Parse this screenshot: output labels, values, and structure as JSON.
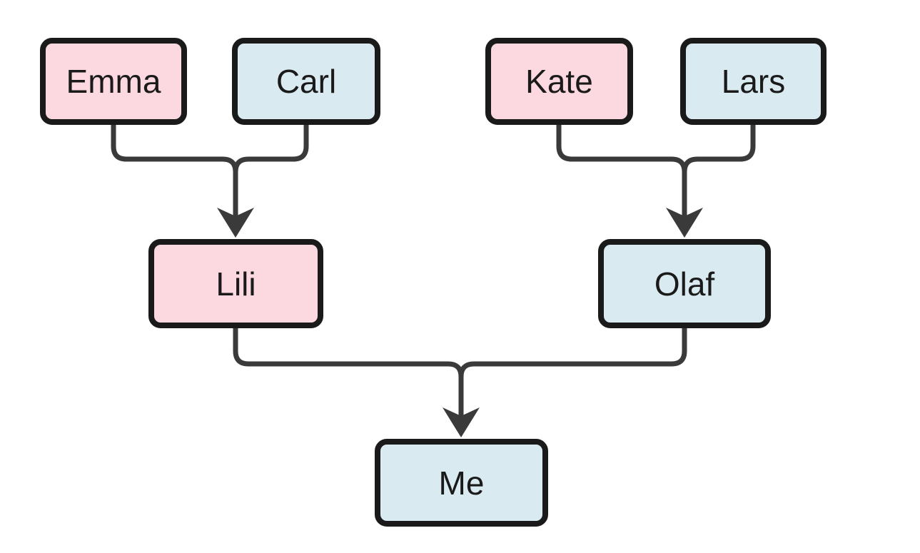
{
  "diagram": {
    "kind": "family-tree",
    "background_color": "#ffffff",
    "colors": {
      "female_node_fill": "#fcd8e0",
      "male_node_fill": "#d9eaf0",
      "node_border": "#1a1a1a",
      "edge_line": "#3a3a3a",
      "label_text": "#1a1a1a"
    },
    "nodes": [
      {
        "id": "emma",
        "label": "Emma",
        "gender": "female",
        "generation": "grandparents"
      },
      {
        "id": "carl",
        "label": "Carl",
        "gender": "male",
        "generation": "grandparents"
      },
      {
        "id": "kate",
        "label": "Kate",
        "gender": "female",
        "generation": "grandparents"
      },
      {
        "id": "lars",
        "label": "Lars",
        "gender": "male",
        "generation": "grandparents"
      },
      {
        "id": "lili",
        "label": "Lili",
        "gender": "female",
        "generation": "parents"
      },
      {
        "id": "olaf",
        "label": "Olaf",
        "gender": "male",
        "generation": "parents"
      },
      {
        "id": "me",
        "label": "Me",
        "gender": "male",
        "generation": "self"
      }
    ],
    "edges": [
      {
        "from": [
          "emma",
          "carl"
        ],
        "to": "lili"
      },
      {
        "from": [
          "kate",
          "lars"
        ],
        "to": "olaf"
      },
      {
        "from": [
          "lili",
          "olaf"
        ],
        "to": "me"
      }
    ]
  }
}
